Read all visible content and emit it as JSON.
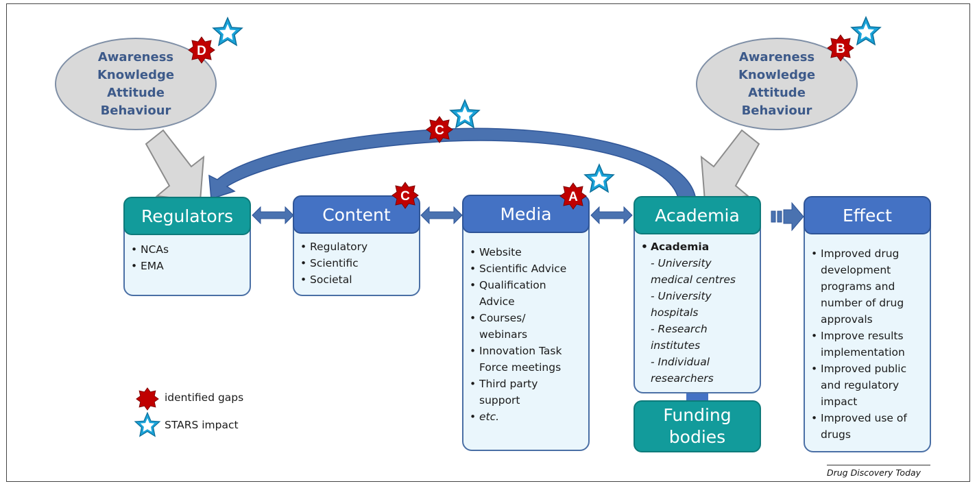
{
  "ellipses": {
    "left": [
      "Awareness",
      "Knowledge",
      "Attitude",
      "Behaviour"
    ],
    "right": [
      "Awareness",
      "Knowledge",
      "Attitude",
      "Behaviour"
    ]
  },
  "markers": {
    "d": "D",
    "b": "B",
    "c_arc": "C",
    "c_content": "C",
    "a": "A"
  },
  "regulators": {
    "title": "Regulators",
    "items": [
      "NCAs",
      "EMA"
    ]
  },
  "content": {
    "title": "Content",
    "items": [
      "Regulatory",
      "Scientific",
      "Societal"
    ]
  },
  "media": {
    "title": "Media",
    "items": [
      "Website",
      "Scientific Advice",
      "Qualification",
      "Advice",
      "Courses/",
      "webinars",
      "Innovation Task",
      "Force meetings",
      "Third party",
      "support",
      "etc."
    ]
  },
  "academia": {
    "title": "Academia",
    "items": [
      "Academia",
      "- University",
      "medical centres",
      "- University",
      "hospitals",
      "- Research",
      "institutes",
      "- Individual",
      "researchers"
    ]
  },
  "funding": {
    "line1": "Funding",
    "line2": "bodies"
  },
  "effect": {
    "title": "Effect",
    "items": [
      "Improved drug",
      "development",
      "programs and",
      "number of drug",
      "approvals",
      "Improve results",
      "implementation",
      "Improved public",
      "and regulatory",
      "impact",
      "Improved use of",
      "drugs"
    ]
  },
  "legend": {
    "gaps": "identified gaps",
    "impact": "STARS impact"
  },
  "source": "Drug Discovery Today",
  "colors": {
    "teal": "#129b9b",
    "blue": "#4472c4",
    "gap_red": "#c00000",
    "star_blue": "#1aa3d9"
  }
}
